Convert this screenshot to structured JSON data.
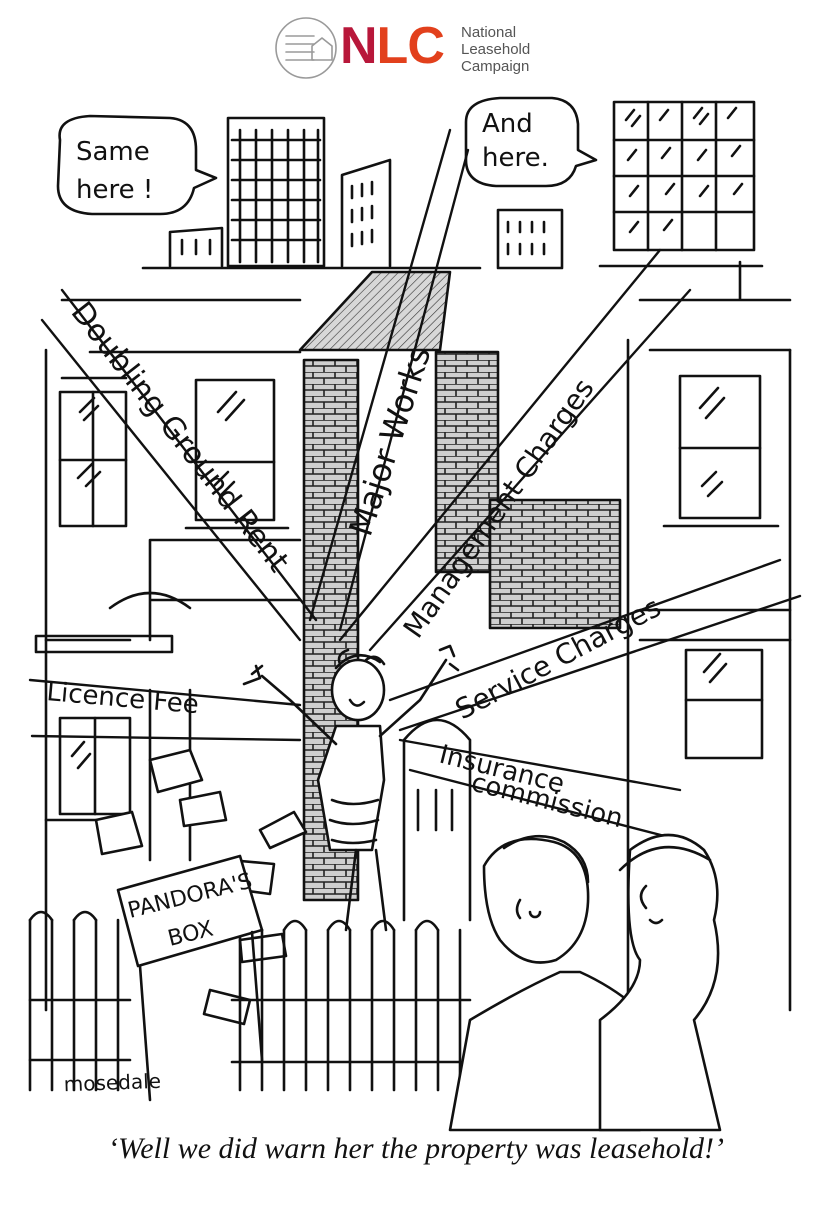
{
  "logo": {
    "nlc_letters": "NLC",
    "line1": "National",
    "line2": "Leasehold",
    "line3": "Campaign",
    "colors": {
      "n": "#b8173a",
      "lc": "#e2401c",
      "ring": "#9a9a9a"
    }
  },
  "bubbles": {
    "left_line1": "Same",
    "left_line2": "here !",
    "right_line1": "And",
    "right_line2": "here."
  },
  "beams": {
    "doubling_ground_rent": "Doubling Ground Rent",
    "major_works": "Major Works",
    "management_charges": "Management Charges",
    "service_charges": "Service Charges",
    "licence_fee": "Licence Fee",
    "insurance_line1": "Insurance",
    "insurance_line2": "commission"
  },
  "sign": {
    "line1": "PANDORA'S",
    "line2": "BOX"
  },
  "signature": "mosedale",
  "caption": "‘Well we did warn her the property was leasehold!’"
}
